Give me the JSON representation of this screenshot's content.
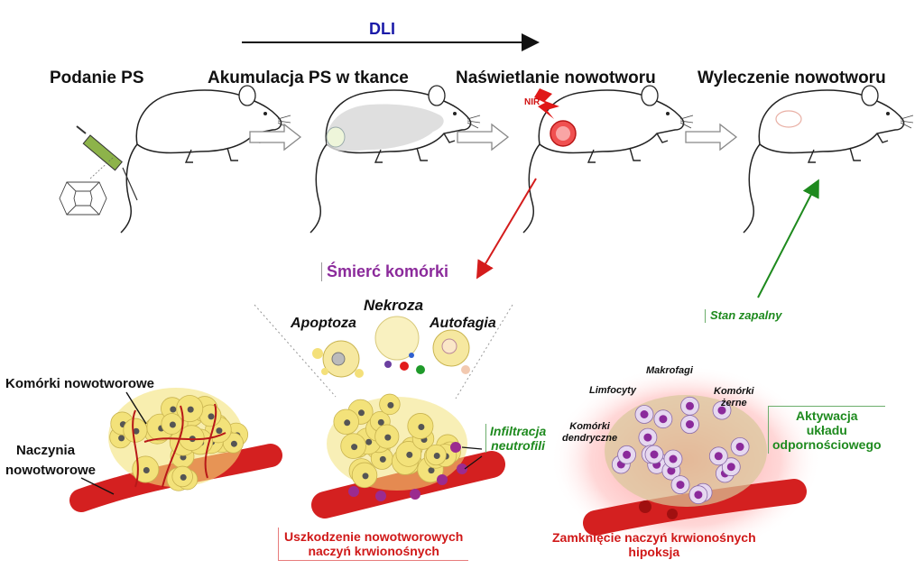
{
  "header": {
    "timeline_label": "DLI"
  },
  "stages": [
    {
      "label": "Podanie PS"
    },
    {
      "label": "Akumulacja PS w tkance"
    },
    {
      "label": "Naświetlanie nowotworu"
    },
    {
      "label": "Wyleczenie nowotworu"
    }
  ],
  "nir_label": "NIR",
  "cell_death": {
    "title": "Śmierć komórki",
    "types": [
      "Apoptoza",
      "Nekroza",
      "Autofagia"
    ]
  },
  "inflammation_label": "Stan zapalny",
  "tumor": {
    "cells_label": "Komórki nowotworowe",
    "vessels_label_line1": "Naczynia",
    "vessels_label_line2": "nowotworowe"
  },
  "infiltration": {
    "line1": "Infiltracja",
    "line2": "neutrofili"
  },
  "vessel_damage": {
    "line1": "Uszkodzenie nowotworowych",
    "line2": "naczyń krwionośnych"
  },
  "immune_cells": {
    "macrophages": "Makrofagi",
    "lymphocytes": "Limfocyty",
    "granulocytes_line1": "Komórki",
    "granulocytes_line2": "żerne",
    "dendritic_line1": "Komórki",
    "dendritic_line2": "dendryczne"
  },
  "immune_activation": {
    "line1": "Aktywacja",
    "line2": "układu",
    "line3": "odpornościowego"
  },
  "vessel_closure": {
    "line1": "Zamknięcie naczyń krwionośnych",
    "line2": "hipoksja"
  },
  "colors": {
    "red_arrow": "#d41c1c",
    "green_arrow": "#1e8a1e",
    "vessel": "#d42020",
    "tumor_cell": "#f3e27a",
    "purple": "#8b2a9b"
  }
}
